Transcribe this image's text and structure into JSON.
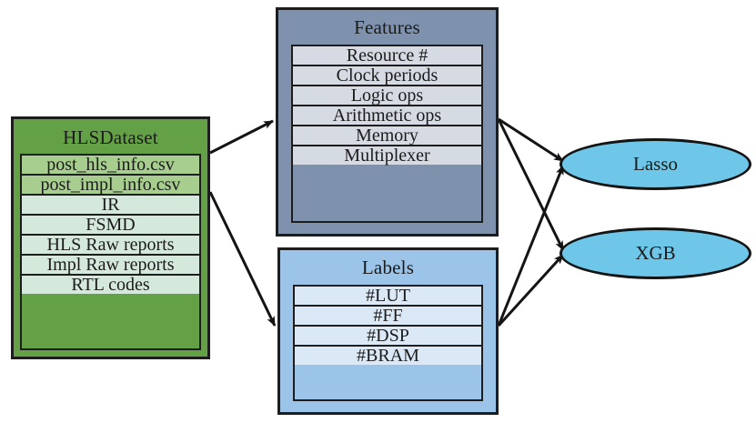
{
  "diagram": {
    "title": "HLS dataset to features/labels to models pipeline",
    "colors": {
      "dataset_fill": "#63a046",
      "dataset_row_highlight": "#a8ce8f",
      "dataset_row": "#d5e8dc",
      "features_fill": "#7e92ad",
      "features_row": "#d5dae3",
      "labels_fill": "#9cc3e8",
      "labels_row": "#dbe9f7",
      "model_fill": "#6ec6e9",
      "stroke": "#1d1d1d",
      "background": "#ffffff"
    }
  },
  "dataset": {
    "title": "HLSDataset",
    "items": [
      {
        "label": "post_hls_info.csv",
        "highlight": true
      },
      {
        "label": "post_impl_info.csv",
        "highlight": true
      },
      {
        "label": "IR",
        "highlight": false
      },
      {
        "label": "FSMD",
        "highlight": false
      },
      {
        "label": "HLS Raw reports",
        "highlight": false
      },
      {
        "label": "Impl Raw reports",
        "highlight": false
      },
      {
        "label": "RTL codes",
        "highlight": false
      }
    ]
  },
  "features": {
    "title": "Features",
    "items": [
      {
        "label": "Resource #"
      },
      {
        "label": "Clock periods"
      },
      {
        "label": "Logic ops"
      },
      {
        "label": "Arithmetic ops"
      },
      {
        "label": "Memory"
      },
      {
        "label": "Multiplexer"
      }
    ]
  },
  "labels": {
    "title": "Labels",
    "items": [
      {
        "label": "#LUT"
      },
      {
        "label": "#FF"
      },
      {
        "label": "#DSP"
      },
      {
        "label": "#BRAM"
      }
    ]
  },
  "models": [
    {
      "label": "Lasso"
    },
    {
      "label": "XGB"
    }
  ],
  "edges": [
    {
      "from": "post_hls_info.csv",
      "to": "Features"
    },
    {
      "from": "post_impl_info.csv",
      "to": "Labels"
    },
    {
      "from": "Features",
      "to": "Lasso"
    },
    {
      "from": "Features",
      "to": "XGB"
    },
    {
      "from": "Labels",
      "to": "Lasso"
    },
    {
      "from": "Labels",
      "to": "XGB"
    }
  ]
}
